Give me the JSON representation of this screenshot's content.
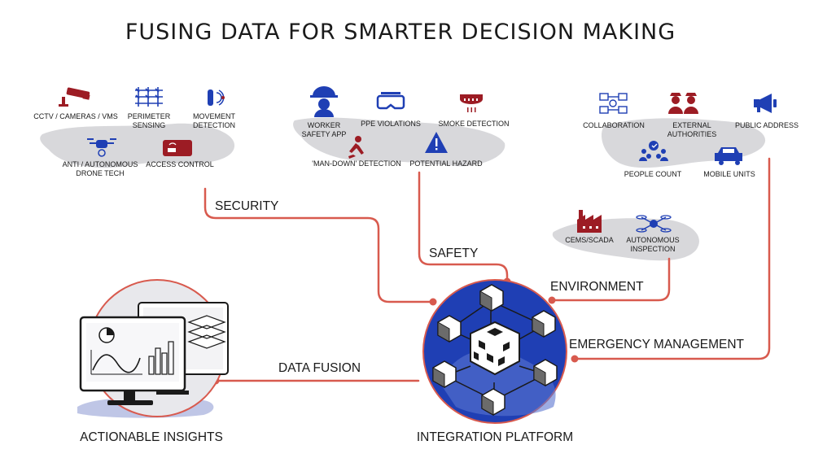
{
  "title": "FUSING DATA FOR SMARTER DECISION MAKING",
  "security": {
    "label": "SECURITY",
    "items": [
      {
        "text": "CCTV / CAMERAS / VMS",
        "icon": "cctv-camera-icon"
      },
      {
        "text": "PERIMETER",
        "text2": "SENSING",
        "icon": "perimeter-fence-icon"
      },
      {
        "text": "MOVEMENT",
        "text2": "DETECTION",
        "icon": "movement-sensor-icon"
      },
      {
        "text": "ANTI / AUTONOMOUS",
        "text2": "DRONE TECH",
        "icon": "drone-icon"
      },
      {
        "text": "ACCESS CONTROL",
        "icon": "access-card-icon"
      }
    ]
  },
  "safety": {
    "label": "SAFETY",
    "items": [
      {
        "text": "WORKER",
        "text2": "SAFETY APP",
        "icon": "hard-hat-worker-icon"
      },
      {
        "text": "PPE  VIOLATIONS",
        "icon": "safety-goggles-icon"
      },
      {
        "text": "SMOKE DETECTION",
        "icon": "smoke-detector-icon"
      },
      {
        "text": "'MAN-DOWN' DETECTION",
        "icon": "man-down-icon"
      },
      {
        "text": "POTENTIAL HAZARD",
        "icon": "warning-triangle-icon"
      }
    ]
  },
  "environment": {
    "label": "ENVIRONMENT",
    "items": [
      {
        "text": "CEMS/SCADA",
        "icon": "factory-icon"
      },
      {
        "text": "AUTONOMOUS",
        "text2": "INSPECTION",
        "icon": "inspection-drone-icon"
      }
    ]
  },
  "emergency": {
    "label": "EMERGENCY MANAGEMENT",
    "items": [
      {
        "text": "COLLABORATION",
        "icon": "collaboration-network-icon"
      },
      {
        "text": "EXTERNAL",
        "text2": "AUTHORITIES",
        "icon": "authorities-icon"
      },
      {
        "text": "PUBLIC ADDRESS",
        "icon": "megaphone-icon"
      },
      {
        "text": "PEOPLE COUNT",
        "icon": "people-count-icon"
      },
      {
        "text": "MOBILE UNITS",
        "icon": "vehicle-icon"
      }
    ]
  },
  "data_fusion": "DATA FUSION",
  "insights": "ACTIONABLE INSIGHTS",
  "platform": "INTEGRATION PLATFORM",
  "colors": {
    "accent": "#d85a4e",
    "icon_blue": "#1f3fb4",
    "icon_red": "#9c1c24",
    "cloud": "#d8d8db"
  }
}
